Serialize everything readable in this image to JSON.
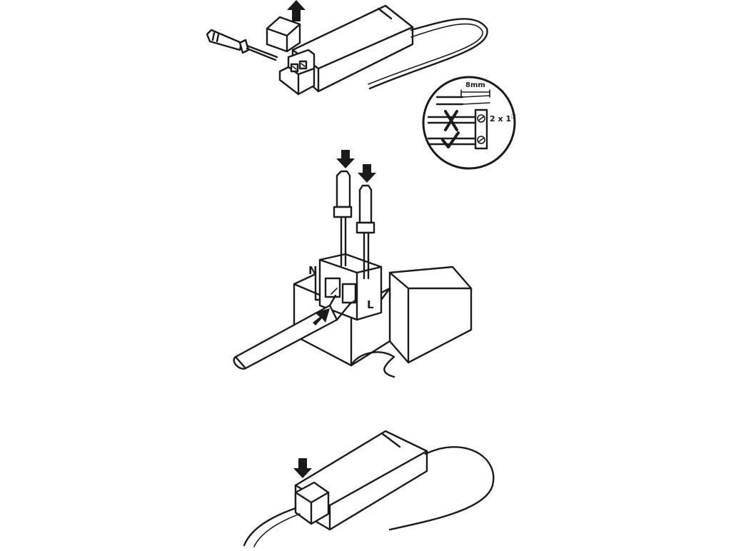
{
  "step1": {
    "detail": {
      "strip_length": "8mm",
      "wire_spec": "2 x 1",
      "wire_spec_sup": "□"
    }
  },
  "step2": {
    "terminal_labels": {
      "neutral": "N",
      "live": "L"
    }
  }
}
